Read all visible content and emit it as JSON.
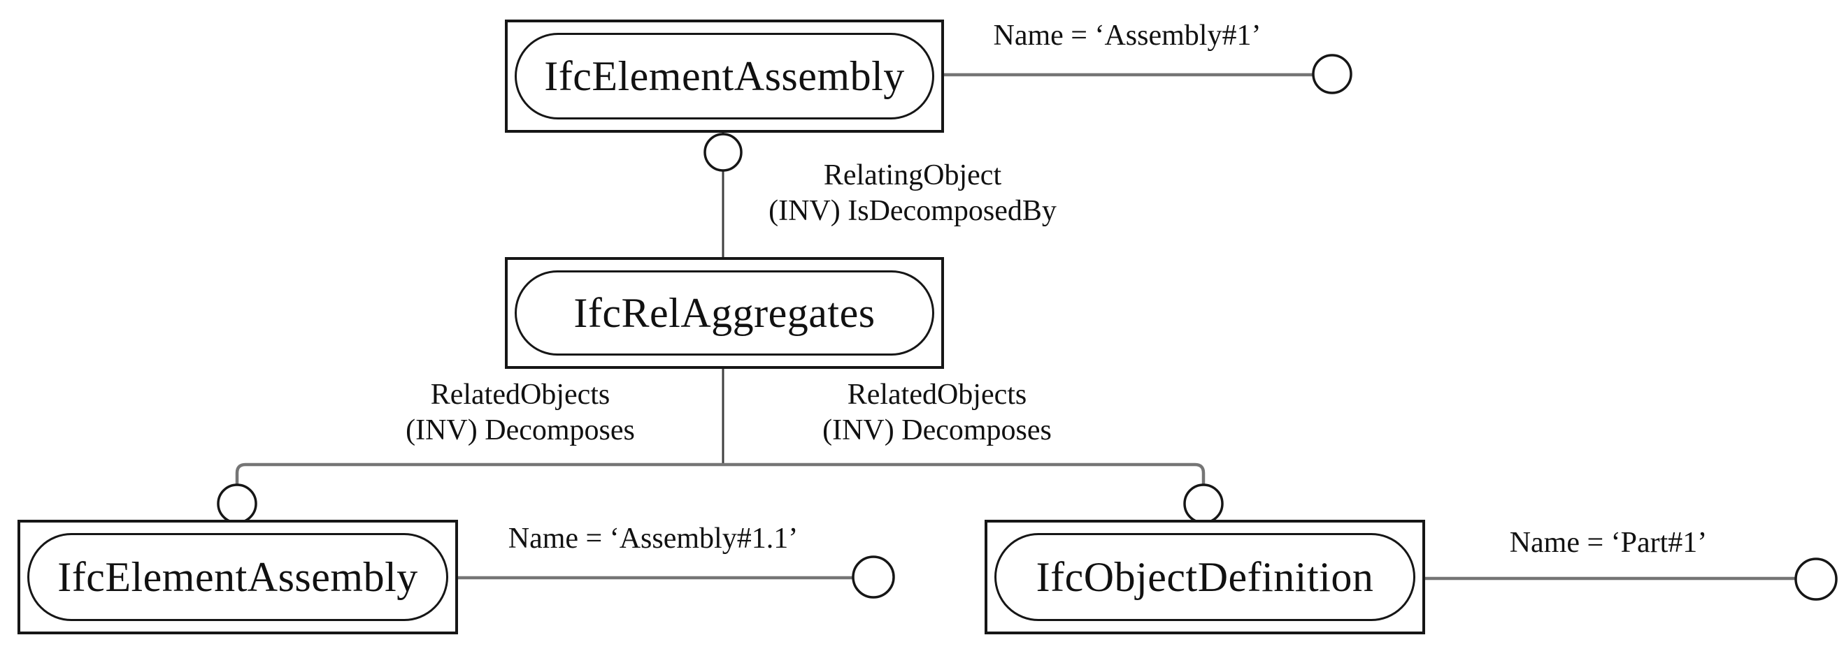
{
  "diagram": {
    "nodes": {
      "top": {
        "label": "IfcElementAssembly"
      },
      "middle": {
        "label": "IfcRelAggregates"
      },
      "bottom_left": {
        "label": "IfcElementAssembly"
      },
      "bottom_right": {
        "label": "IfcObjectDefinition"
      }
    },
    "edge_labels": {
      "relating": {
        "line1": "RelatingObject",
        "line2": "(INV) IsDecomposedBy"
      },
      "related_left": {
        "line1": "RelatedObjects",
        "line2": "(INV) Decomposes"
      },
      "related_right": {
        "line1": "RelatedObjects",
        "line2": "(INV) Decomposes"
      }
    },
    "attribute_labels": {
      "top": "Name = ‘Assembly#1’",
      "bottom_left": "Name = ‘Assembly#1.1’",
      "bottom_right": "Name = ‘Part#1’"
    },
    "colors": {
      "box_border": "#161616",
      "connector_gray": "#757575",
      "connector_dark": "#3f3f3f",
      "text": "#111111",
      "background": "#ffffff"
    }
  }
}
